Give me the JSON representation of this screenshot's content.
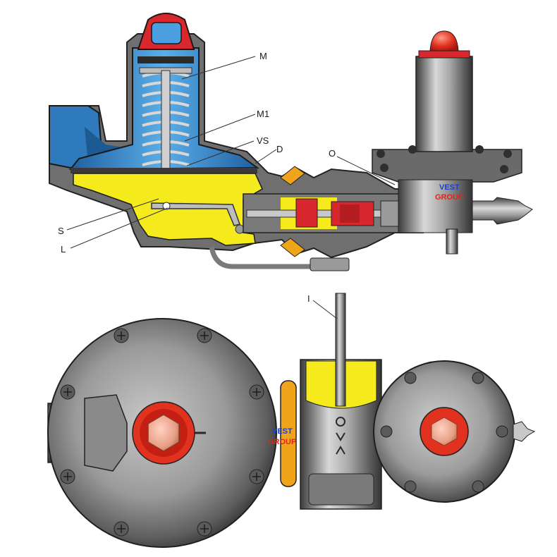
{
  "callouts": {
    "m": "M",
    "m1": "M1",
    "vs": "VS",
    "d": "D",
    "o": "O",
    "s": "S",
    "l": "L",
    "i": "I"
  },
  "brand": {
    "line1": "VEST",
    "line2": "GROUP",
    "line1_color": "#1a3fd6",
    "line2_color": "#e0261c"
  },
  "colors": {
    "spring_chamber": "#3a8fd0",
    "body_gas": "#f5ea1c",
    "valve_parts": "#d9272e",
    "metal": "#8a8a8a",
    "metal_dark": "#4a4a4a",
    "orange_fitting": "#f0a41a"
  }
}
